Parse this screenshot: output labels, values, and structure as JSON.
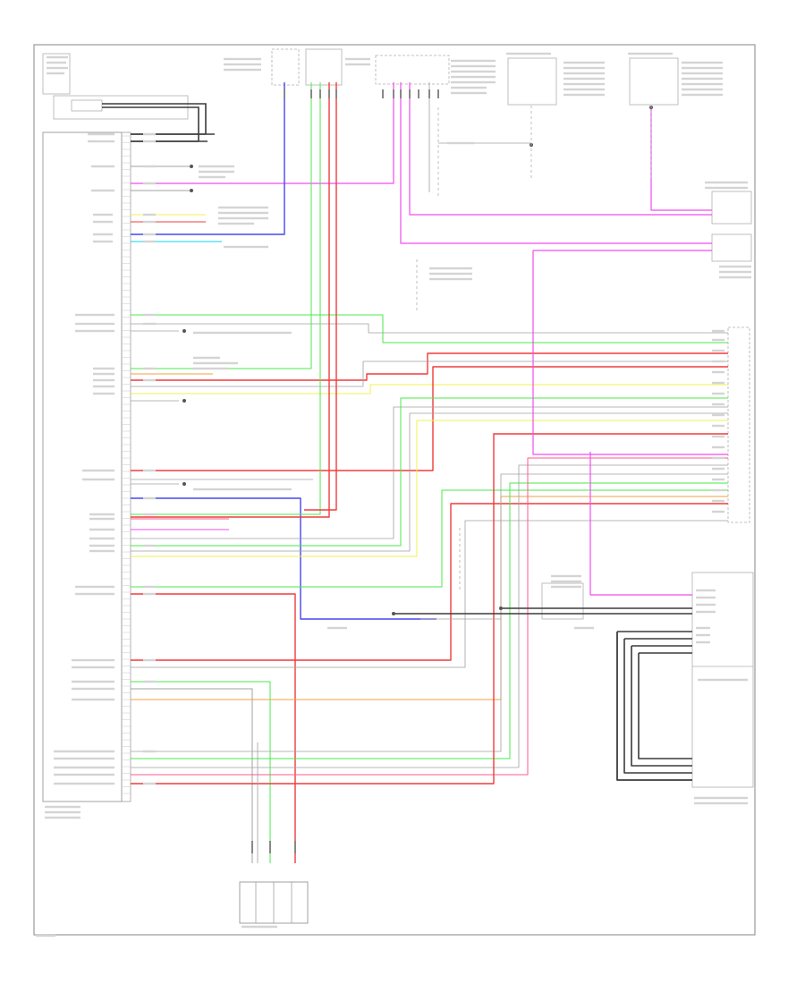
{
  "wire_colors": {
    "red": "#f03c3c",
    "pink": "#ff5a8c",
    "magenta": "#f04cf0",
    "blue": "#4646f0",
    "green": "#48e848",
    "cyan": "#3cdcf0",
    "yellow": "#f0f050",
    "orange": "#f0a040",
    "gray": "#a0a0a0",
    "black": "#3c3c3c",
    "frame": "#9a9a9a"
  },
  "icons": {
    "ground": "ground-symbol",
    "splice": "splice-dot",
    "fuse": "fuse-symbol"
  }
}
